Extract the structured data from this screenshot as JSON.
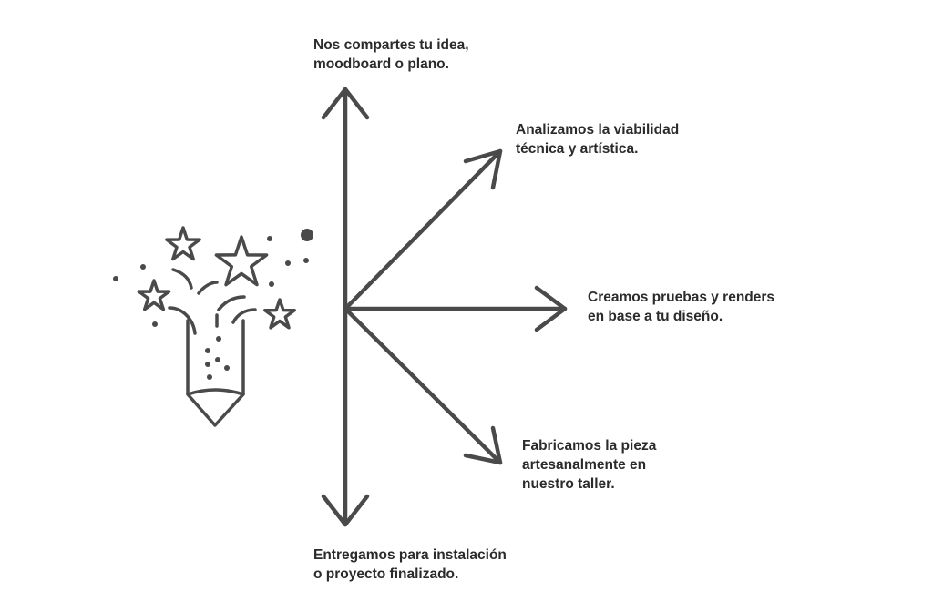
{
  "icon": "fireworks-pencil-icon",
  "stroke_color": "#4a4a4a",
  "text_color": "#2b2b2b",
  "steps": [
    {
      "id": "top",
      "lines": [
        "Nos compartes tu idea,",
        "moodboard o plano."
      ]
    },
    {
      "id": "upper-right",
      "lines": [
        "Analizamos la viabilidad",
        "técnica y artística."
      ]
    },
    {
      "id": "right",
      "lines": [
        "Creamos pruebas y renders",
        "en base a tu diseño."
      ]
    },
    {
      "id": "lower-right",
      "lines": [
        "Fabricamos la pieza",
        "artesanalmente en",
        "nuestro taller."
      ]
    },
    {
      "id": "bottom",
      "lines": [
        "Entregamos para instalación",
        "o proyecto finalizado."
      ]
    }
  ]
}
